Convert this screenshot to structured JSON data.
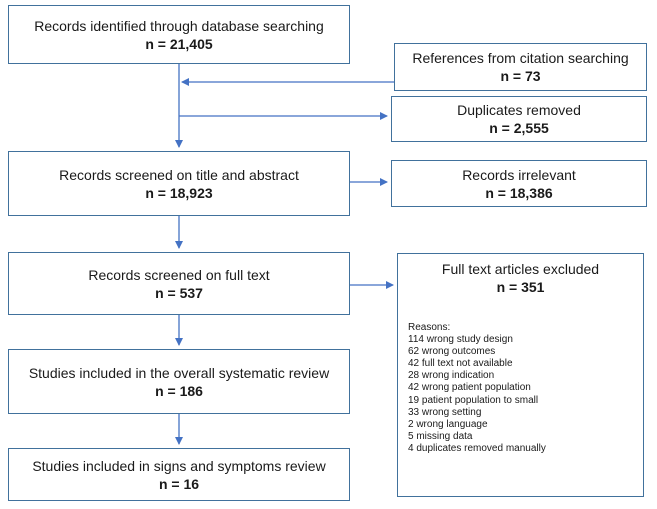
{
  "boxes": {
    "db_search": {
      "title": "Records identified through database searching",
      "n": "n = 21,405"
    },
    "citation": {
      "title": "References from citation searching",
      "n": "n = 73"
    },
    "duplicates": {
      "title": "Duplicates removed",
      "n": "n = 2,555"
    },
    "screened_title": {
      "title": "Records screened on title and abstract",
      "n": "n = 18,923"
    },
    "irrelevant": {
      "title": "Records irrelevant",
      "n": "n = 18,386"
    },
    "screened_full": {
      "title": "Records screened on full text",
      "n": "n = 537"
    },
    "excluded": {
      "title": "Full text articles excluded",
      "n": "n = 351"
    },
    "overall_review": {
      "title": "Studies included in the overall systematic review",
      "n": "n = 186"
    },
    "signs_review": {
      "title": "Studies included in signs and symptoms review",
      "n": "n = 16"
    }
  },
  "reasons": {
    "heading": "Reasons:",
    "items": [
      "114 wrong study design",
      "62 wrong outcomes",
      "42 full text not available",
      "28 wrong indication",
      "42 wrong patient population",
      "19 patient population to small",
      "33 wrong setting",
      "2 wrong language",
      "5 missing data",
      "4 duplicates removed manually"
    ]
  },
  "colors": {
    "border": "#41719c",
    "arrow": "#4472c4"
  }
}
